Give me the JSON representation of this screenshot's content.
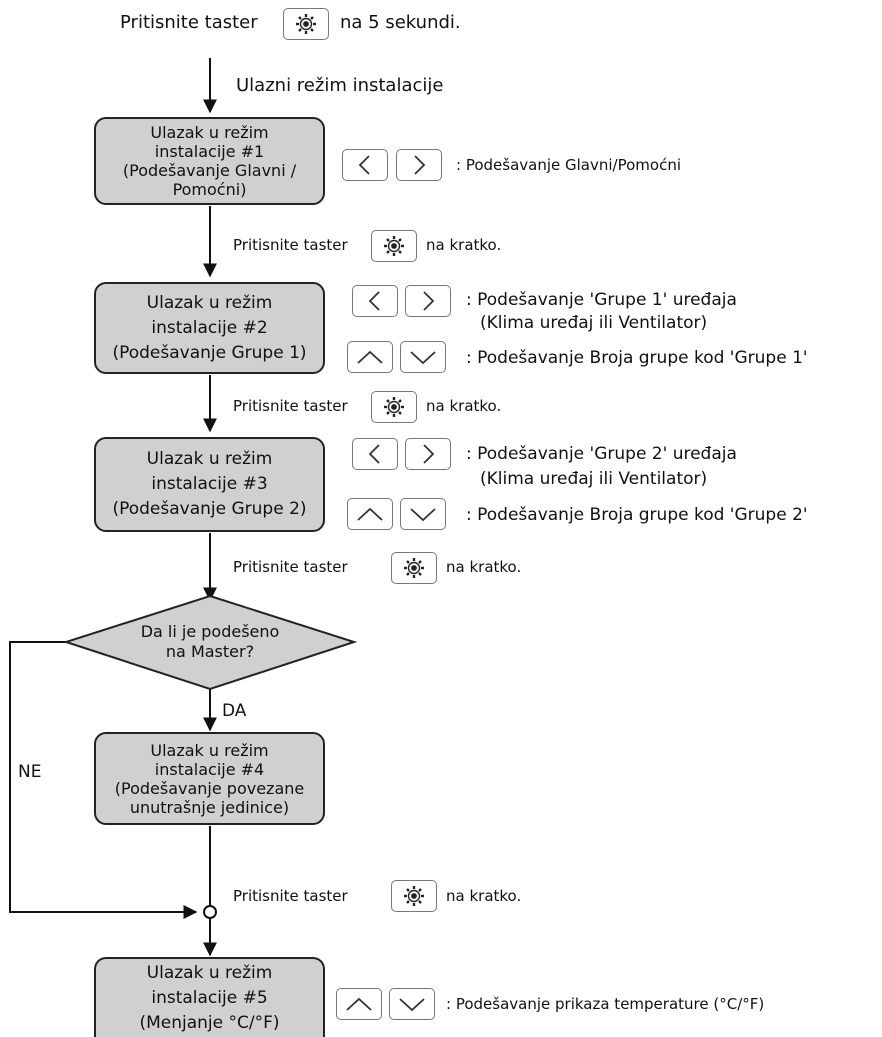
{
  "intro": {
    "prefix": "Pritisnite taster",
    "suffix": "na 5 sekundi."
  },
  "arrow_label_1": "Ulazni režim instalacije",
  "press_short": {
    "prefix": "Pritisnite taster",
    "suffix": "na kratko."
  },
  "step1": {
    "line1": "Ulazak u režim",
    "line2": "instalacije #1",
    "line3": "(Podešavanje Glavni /",
    "line4": "Pomoćni)",
    "desc": ": Podešavanje Glavni/Pomoćni"
  },
  "step2": {
    "line1": "Ulazak u režim",
    "line2": "instalacije #2",
    "line3": "(Podešavanje Grupe 1)",
    "desc_lr_1": ": Podešavanje 'Grupe 1' uređaja",
    "desc_lr_2": "(Klima uređaj ili Ventilator)",
    "desc_ud": ": Podešavanje Broja grupe kod 'Grupe 1'"
  },
  "step3": {
    "line1": "Ulazak u režim",
    "line2": "instalacije #3",
    "line3": "(Podešavanje Grupe 2)",
    "desc_lr_1": ": Podešavanje 'Grupe 2' uređaja",
    "desc_lr_2": "(Klima uređaj ili Ventilator)",
    "desc_ud": ": Podešavanje Broja grupe kod 'Grupe 2'"
  },
  "decision": {
    "line1": "Da li je podešeno",
    "line2": "na Master?",
    "yes_label": "DA",
    "no_label": "NE"
  },
  "step4": {
    "line1": "Ulazak u režim",
    "line2": "instalacije #4",
    "line3": "(Podešavanje povezane",
    "line4": "unutrašnje jedinice)"
  },
  "step5": {
    "line1": "Ulazak u režim",
    "line2": "instalacije #5",
    "line3": "(Menjanje °C/°F)",
    "desc": ": Podešavanje prikaza temperature (°C/°F)"
  },
  "icons": {
    "settings_button": "gear-icon",
    "left_button": "chevron-left-icon",
    "right_button": "chevron-right-icon",
    "up_button": "chevron-up-icon",
    "down_button": "chevron-down-icon"
  },
  "colors": {
    "box_fill": "#d0d0d0",
    "line": "#111111"
  }
}
